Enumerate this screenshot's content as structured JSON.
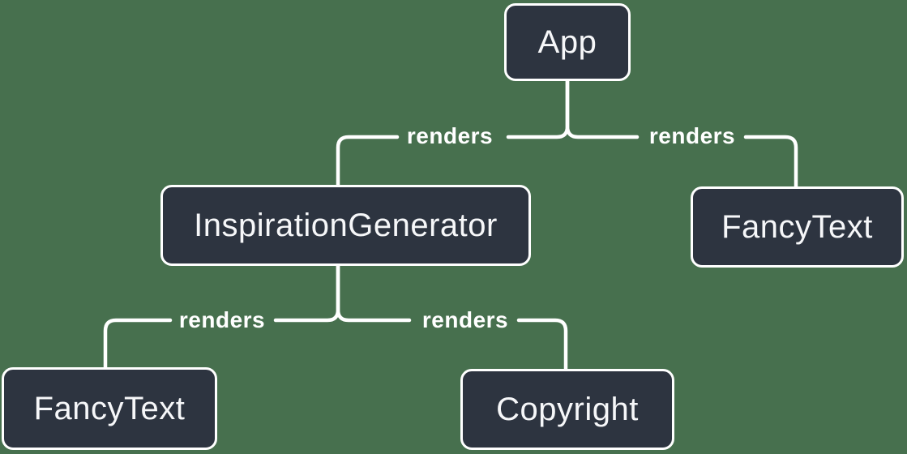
{
  "diagram": {
    "type": "component-tree",
    "nodes": {
      "app": {
        "label": "App"
      },
      "inspiration_generator": {
        "label": "InspirationGenerator"
      },
      "fancy_text_right": {
        "label": "FancyText"
      },
      "fancy_text_left": {
        "label": "FancyText"
      },
      "copyright": {
        "label": "Copyright"
      }
    },
    "edges": {
      "app_to_inspiration_generator": {
        "label": "renders"
      },
      "app_to_fancy_text": {
        "label": "renders"
      },
      "inspiration_generator_to_fancy_text": {
        "label": "renders"
      },
      "inspiration_generator_to_copyright": {
        "label": "renders"
      }
    }
  },
  "colors": {
    "background": "#47704E",
    "node_fill": "#2D3440",
    "node_border": "#FFFFFF",
    "node_text": "#F6F7F9",
    "line": "#FFFFFF",
    "edge_label_text": "#FFFFFF"
  }
}
